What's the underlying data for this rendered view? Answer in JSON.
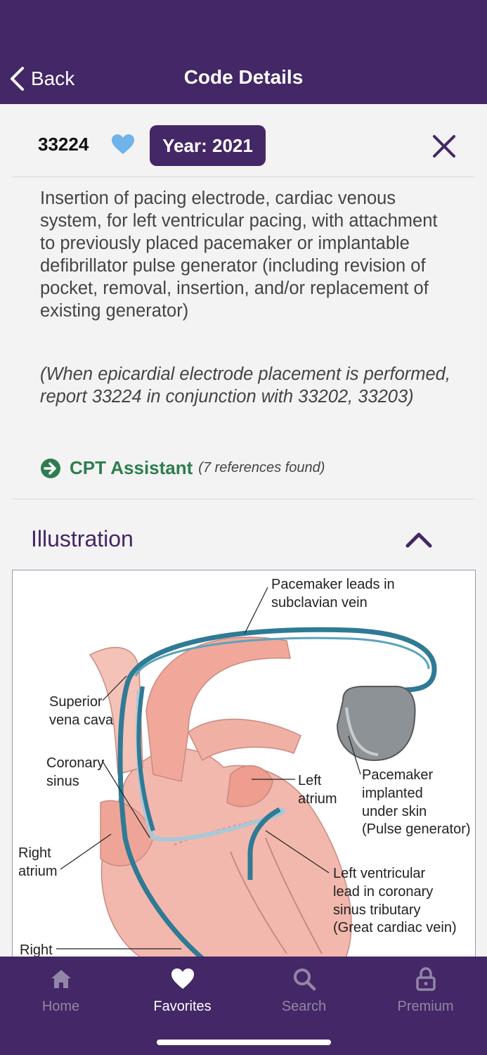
{
  "header": {
    "back_label": "Back",
    "title": "Code Details"
  },
  "code": {
    "number": "33224",
    "year_label": "Year: 2021",
    "favorite": true
  },
  "description": "Insertion of pacing electrode, cardiac venous system, for left ventricular pacing, with attachment to previously placed pacemaker or implantable defibrillator pulse generator (including revision of pocket, removal, insertion, and/or replacement of existing generator)",
  "note": "(When epicardial electrode placement is performed, report 33224 in conjunction with 33202, 33203)",
  "cpt_assistant": {
    "label": "CPT Assistant",
    "references": "(7 references found)"
  },
  "illustration": {
    "header": "Illustration",
    "labels": {
      "leads_1": "Pacemaker leads in",
      "leads_2": "subclavian vein",
      "svc_1": "Superior",
      "svc_2": "vena cava",
      "cs_1": "Coronary",
      "cs_2": "sinus",
      "la_1": "Left",
      "la_2": "atrium",
      "pm_1": "Pacemaker",
      "pm_2": "implanted",
      "pm_3": "under skin",
      "pm_4": "(Pulse generator)",
      "ra_1": "Right",
      "ra_2": "atrium",
      "lv_1": "Left ventricular",
      "lv_2": "lead in coronary",
      "lv_3": "sinus tributary",
      "lv_4": "(Great cardiac vein)",
      "right": "Right"
    }
  },
  "tabs": [
    {
      "label": "Home",
      "icon": "home-icon",
      "active": false
    },
    {
      "label": "Favorites",
      "icon": "heart-icon",
      "active": true
    },
    {
      "label": "Search",
      "icon": "search-icon",
      "active": false
    },
    {
      "label": "Premium",
      "icon": "lock-icon",
      "active": false
    }
  ],
  "colors": {
    "brand": "#432766",
    "heart": "#6fb3e8",
    "cpt_green": "#2e7d4f",
    "lead_blue": "#2f7a95"
  }
}
